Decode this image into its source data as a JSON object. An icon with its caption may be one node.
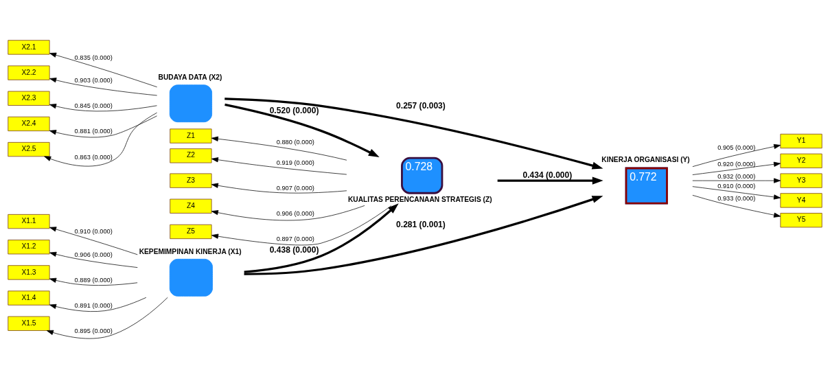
{
  "diagram": {
    "nodes": [
      {
        "text": [
          "KEPEMIMPINAN KINERJA (X1)"
        ]
      },
      {
        "text": [
          "X1.1"
        ]
      },
      {
        "text": [
          "X1.2"
        ]
      },
      {
        "text": [
          "X1.3"
        ]
      },
      {
        "text": [
          "X1.4"
        ]
      },
      {
        "text": [
          "X1.5"
        ]
      },
      {
        "text": [
          "0.728",
          "KUALITAS PERENCANAAN STRATEGIS (Z)"
        ]
      },
      {
        "text": [
          "Z1"
        ]
      },
      {
        "text": [
          "Z2"
        ]
      },
      {
        "text": [
          "Z3"
        ]
      },
      {
        "text": [
          "Z4"
        ]
      },
      {
        "text": [
          "Z5"
        ]
      },
      {
        "text": [
          "BUDAYA DATA (X2)"
        ]
      },
      {
        "text": [
          "X2.1"
        ]
      },
      {
        "text": [
          "X2.2"
        ]
      },
      {
        "text": [
          "X2.3"
        ]
      },
      {
        "text": [
          "X2.4"
        ]
      },
      {
        "text": [
          "X2.5"
        ]
      },
      {
        "text": [
          "KINERJA ORGANISASI (Y)",
          "0.772"
        ]
      },
      {
        "text": [
          "Y1"
        ]
      },
      {
        "text": [
          "Y2"
        ]
      },
      {
        "text": [
          "Y3"
        ]
      },
      {
        "text": [
          "Y4"
        ]
      },
      {
        "text": [
          "Y5"
        ]
      }
    ],
    "edges": [
      {
        "from": 0,
        "to": 1,
        "arrow": "to",
        "label": "0.910 (0.000)"
      },
      {
        "from": 0,
        "to": 2,
        "arrow": "to",
        "label": "0.906 (0.000)"
      },
      {
        "from": 0,
        "to": 3,
        "arrow": "to",
        "label": "0.889 (0.000)"
      },
      {
        "from": 0,
        "to": 4,
        "arrow": "to",
        "label": "0.891 (0.000)"
      },
      {
        "from": 0,
        "to": 5,
        "arrow": "to",
        "label": "0.895 (0.000)"
      },
      {
        "from": 6,
        "to": 7,
        "arrow": "to",
        "label": "0.880 (0.000)"
      },
      {
        "from": 6,
        "to": 8,
        "arrow": "to",
        "label": "0.919 (0.000)"
      },
      {
        "from": 6,
        "to": 9,
        "arrow": "to",
        "label": "0.907 (0.000)"
      },
      {
        "from": 6,
        "to": 10,
        "arrow": "to",
        "label": "0.906 (0.000)"
      },
      {
        "from": 6,
        "to": 11,
        "arrow": "to",
        "label": "0.897 (0.000)"
      },
      {
        "from": 12,
        "to": 13,
        "arrow": "to",
        "label": "0.835 (0.000)"
      },
      {
        "from": 12,
        "to": 14,
        "arrow": "to",
        "label": "0.903 (0.000)"
      },
      {
        "from": 12,
        "to": 15,
        "arrow": "to",
        "label": "0.845 (0.000)"
      },
      {
        "from": 12,
        "to": 16,
        "arrow": "to",
        "label": "0.881 (0.000)"
      },
      {
        "from": 12,
        "to": 17,
        "arrow": "to",
        "label": "0.863 (0.000)"
      },
      {
        "from": 18,
        "to": 19,
        "arrow": "to",
        "label": "0.905 (0.000)"
      },
      {
        "from": 18,
        "to": 20,
        "arrow": "to",
        "label": "0.920 (0.000)"
      },
      {
        "from": 18,
        "to": 21,
        "arrow": "to",
        "label": "0.932 (0.000)"
      },
      {
        "from": 18,
        "to": 22,
        "arrow": "to",
        "label": "0.910 (0.000)"
      },
      {
        "from": 18,
        "to": 23,
        "arrow": "to",
        "label": "0.933 (0.000)"
      },
      {
        "from": 0,
        "to": 6,
        "arrow": "to",
        "label": "0.438 (0.000)",
        "style": "thick"
      },
      {
        "from": 0,
        "to": 18,
        "arrow": "to",
        "label": "0.281 (0.001)",
        "style": "thick"
      },
      {
        "from": 6,
        "to": 18,
        "arrow": "to",
        "label": "0.434 (0.000)",
        "style": "thick"
      },
      {
        "from": 12,
        "to": 6,
        "arrow": "to",
        "label": "0.520 (0.000)",
        "style": "thick"
      },
      {
        "from": 12,
        "to": 18,
        "arrow": "to",
        "label": "0.257 (0.003)",
        "style": "thick"
      }
    ]
  }
}
